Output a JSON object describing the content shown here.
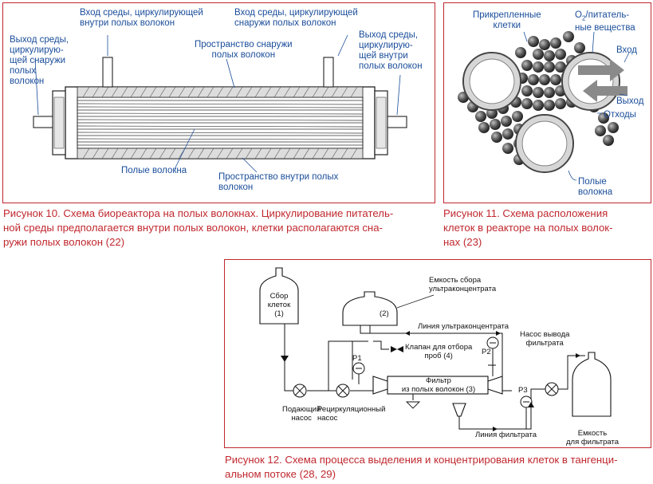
{
  "fig10": {
    "labels": {
      "inlet_inside": [
        "Вход среды, циркулирующей",
        "внутри полых волокон"
      ],
      "inlet_outside": [
        "Вход среды, циркулирующей",
        "снаружи полых волокон"
      ],
      "outlet_outside": [
        "Выход среды,",
        "циркулирую-",
        "щей снаружи",
        "полых",
        "волокон"
      ],
      "outlet_inside": [
        "Выход среды,",
        "циркулирую-",
        "щей внутри",
        "полых волокон"
      ],
      "space_outside": [
        "Пространство снаружи",
        "полых волокон"
      ],
      "hollow_fibers": "Полые волокна",
      "space_inside": [
        "Пространство внутри полых",
        "волокон"
      ]
    },
    "caption": [
      "Рисунок 10.  Схема биореактора на полых волокнах. Циркулирование питатель-",
      "ной среды предполагается внутри полых волокон, клетки располагаются сна-",
      "ружи полых волокон (22)"
    ]
  },
  "fig11": {
    "labels": {
      "attached_cells": [
        "Прикрепленные",
        "клетки"
      ],
      "o2_nutrients": [
        "O",
        "2",
        "/питатель-",
        "ные вещества"
      ],
      "in": "Вход",
      "out": "Выход",
      "waste": "Отходы",
      "hollow_fibers": [
        "Полые",
        "волокна"
      ]
    },
    "caption": [
      "Рисунок   11.  Схема  расположения",
      "клеток  в  реакторе  на  полых  волок-",
      "нах (23)"
    ]
  },
  "fig12": {
    "labels": {
      "cell_collection": [
        "Сбор",
        "клеток",
        "(1)"
      ],
      "retentate_vessel": [
        "Емкость сбора",
        "ультраконцентрата"
      ],
      "vessel_num": "(2)",
      "retentate_line": "Линия ультраконцентрата",
      "sample_valve": [
        "Клапан для отбора",
        "проб (4)"
      ],
      "p1": "P1",
      "p2": "P2",
      "p3": "P3",
      "filtrate_pump": [
        "Насос вывода",
        "фильтрата"
      ],
      "filter": [
        "Фильтр",
        "из полых волокон (3)"
      ],
      "feed_pump": [
        "Подающий",
        "насос"
      ],
      "recirc_pump": [
        "Рециркуляционный",
        "насос"
      ],
      "filtrate_line": "Линия фильтрата",
      "filtrate_vessel": [
        "Емкость",
        "для фильтрата"
      ]
    },
    "caption": [
      "Рисунок 12. Схема процесса выделения и концентрирования клеток в тангенци-",
      "альном потоке (28, 29)"
    ]
  }
}
